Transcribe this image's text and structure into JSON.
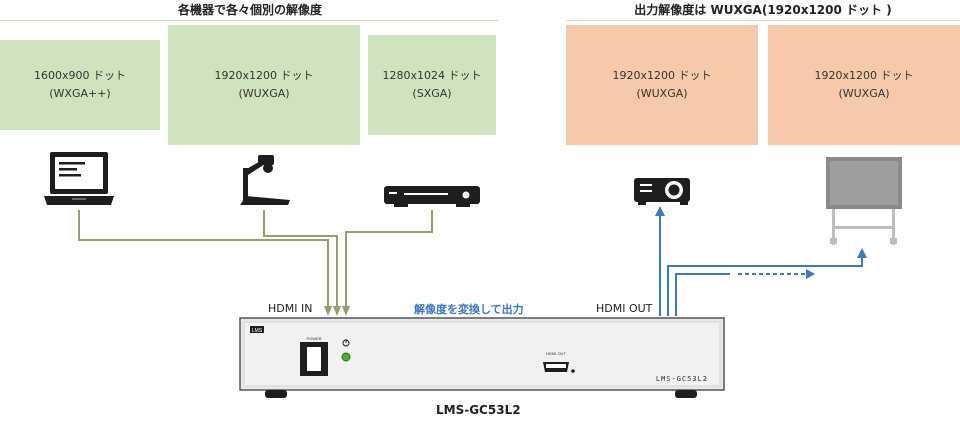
{
  "headers": {
    "inputs": "各機器で各々個別の解像度",
    "outputs": "出力解像度は WUXGA(1920x1200 ドット )"
  },
  "input_boxes": [
    {
      "line1": "1600x900 ドット",
      "line2": "(WXGA++)"
    },
    {
      "line1": "1920x1200 ドット",
      "line2": "(WUXGA)"
    },
    {
      "line1": "1280x1024 ドット",
      "line2": "(SXGA)"
    }
  ],
  "output_boxes": [
    {
      "line1": "1920x1200 ドット",
      "line2": "(WUXGA)"
    },
    {
      "line1": "1920x1200 ドット",
      "line2": "(WUXGA)"
    }
  ],
  "labels": {
    "hdmi_in": "HDMI IN",
    "hdmi_out": "HDMI OUT",
    "convert": "解像度を変換して出力",
    "model": "LMS-GC53L2"
  },
  "device": {
    "brand": "LMS",
    "power": "POWER",
    "hdmi_port": "HDMI OUT",
    "model_print": "LMS-GC53L2"
  },
  "colors": {
    "input_bg": "#cfe3bf",
    "output_bg": "#f6c9a9",
    "input_line": "#9b9b70",
    "output_line": "#3a78c9"
  },
  "icons": [
    "laptop-icon",
    "document-camera-icon",
    "bluray-player-icon",
    "projector-icon",
    "display-icon"
  ]
}
